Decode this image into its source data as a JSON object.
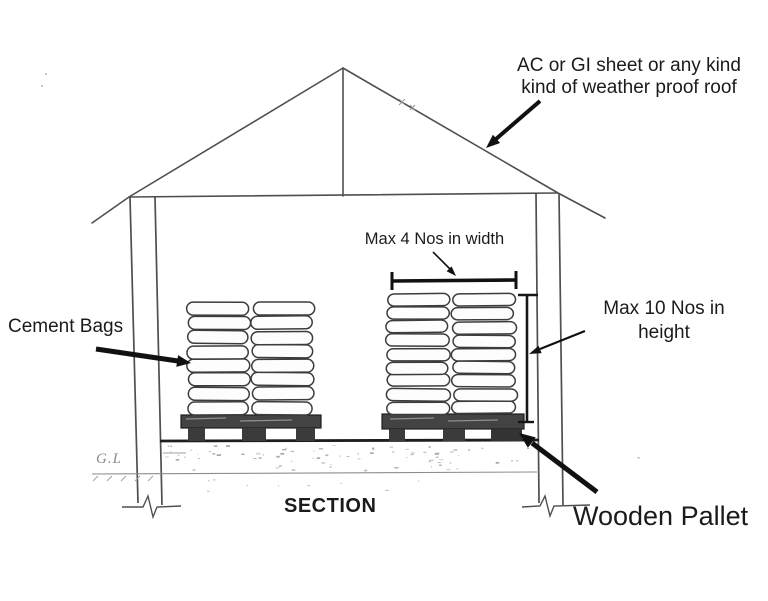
{
  "page_title": "SECTION",
  "labels": {
    "roof_note_line1": "AC or GI sheet or any kind",
    "roof_note_line2": "kind of weather proof roof",
    "max_width": "Max 4 Nos in width",
    "max_height_line1": "Max 10 Nos in",
    "max_height_line2": "height",
    "cement_bags": "Cement Bags",
    "wooden_pallet": "Wooden Pallet",
    "ground_level": "G.L",
    "section_title": "SECTION"
  },
  "drawing": {
    "type": "building-section-sketch",
    "stacks": [
      {
        "id": "left-stack",
        "bag_rows": 8,
        "bags_per_row_visible": 2
      },
      {
        "id": "right-stack",
        "bag_rows": 9,
        "bags_per_row_visible": 2
      }
    ],
    "colors": {
      "sketch_line": "#4f4f4f",
      "heavy_line": "#1e1e1e",
      "arrow": "#111111",
      "pallet_fill": "#434343",
      "bag_fill": "#fdfdfd",
      "bag_stroke": "#3c3c3c",
      "ground_text": "#8b8b8b",
      "speckle": "#9c9c9c"
    }
  }
}
